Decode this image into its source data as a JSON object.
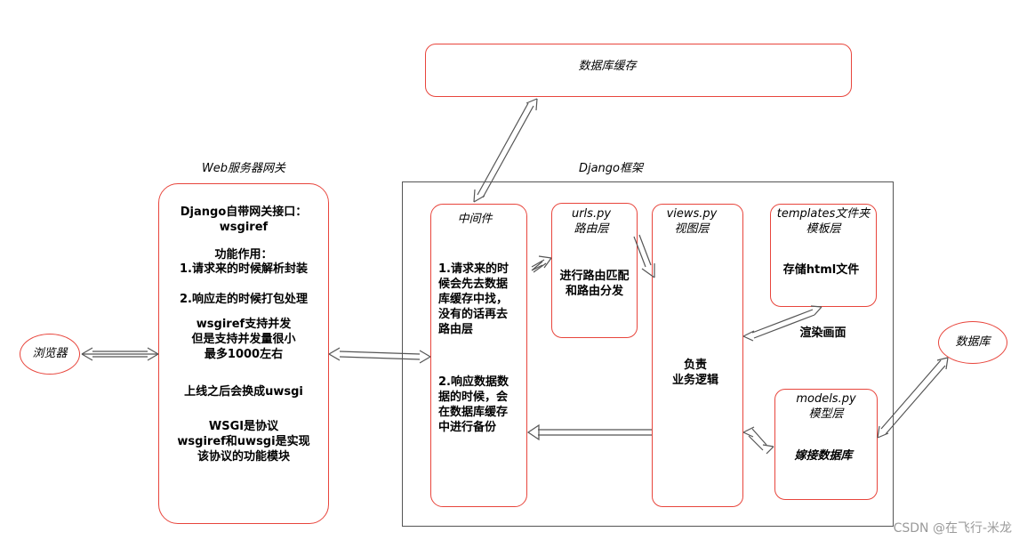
{
  "colors": {
    "box_border": "#e8453c",
    "frame_border": "#555555",
    "arrow": "#555555",
    "watermark": "#9a9a9a"
  },
  "db_cache": {
    "label": "数据库缓存"
  },
  "browser": {
    "label": "浏览器"
  },
  "database": {
    "label": "数据库"
  },
  "web_gateway": {
    "title": "Web服务器网关",
    "heading": "Django自带网关接口：\nwsgiref",
    "function_title": "功能作用：",
    "item1": "1.请求来的时候解析封装",
    "item2": "2.响应走的时候打包处理",
    "concurrency": "wsgiref支持并发\n但是支持并发量很小\n最多1000左右",
    "switch_note": "上线之后会换成uwsgi",
    "wsgi_note": "WSGI是协议\nwsgiref和uwsgi是实现\n该协议的功能模块"
  },
  "django": {
    "title": "Django框架",
    "middleware": {
      "title": "中间件",
      "item1": "1.请求来的时\n候会先去数据\n库缓存中找，\n没有的话再去\n路由层",
      "item2": "2.响应数据数\n据的时候，会\n在数据库缓存\n中进行备份"
    },
    "urls": {
      "title": "urls.py\n路由层",
      "body": "进行路由匹配\n和路由分发"
    },
    "views": {
      "title": "views.py\n视图层",
      "body": "负责\n业务逻辑"
    },
    "templates": {
      "title": "templates文件夹\n模板层",
      "body": "存储html文件"
    },
    "render_label": "渲染画面",
    "models": {
      "title": "models.py\n模型层",
      "body": "嫁接数据库"
    }
  },
  "watermark": "CSDN @在飞行-米龙"
}
